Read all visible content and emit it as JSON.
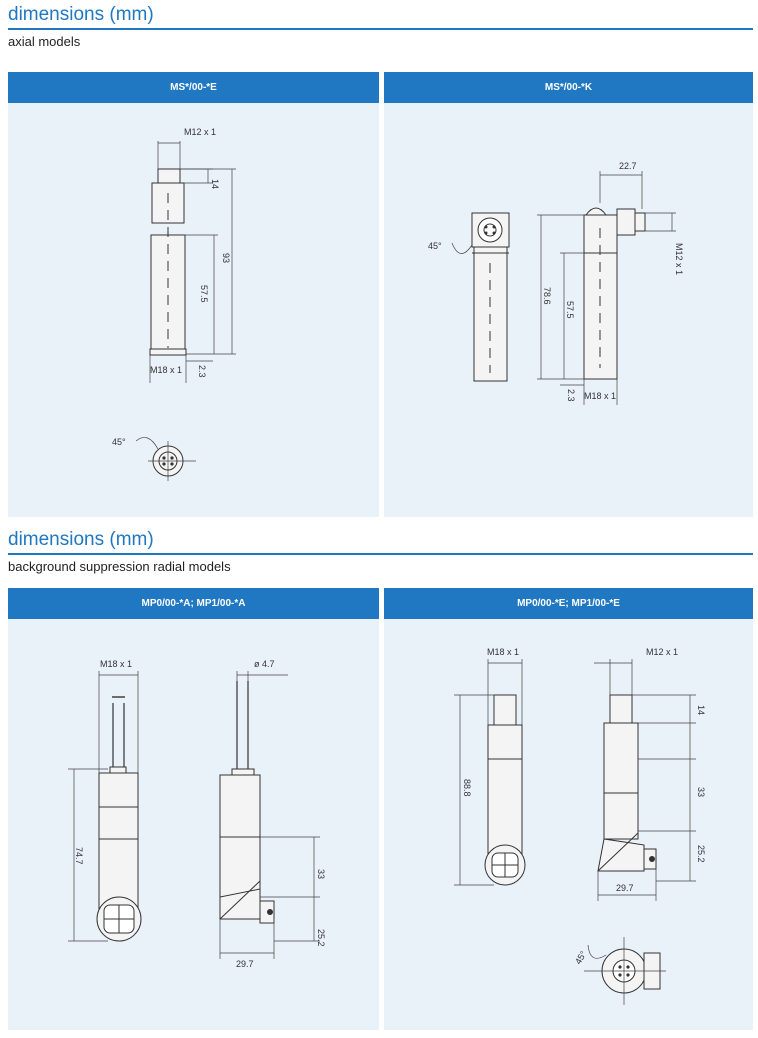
{
  "sections": [
    {
      "title": "dimensions (mm)",
      "subtitle": "axial models",
      "panels": [
        {
          "header": "MS*/00-*E",
          "labels": {
            "thread_top": "M12 x 1",
            "d14": "14",
            "d93": "93",
            "d575": "57.5",
            "thread_bottom": "M18 x 1",
            "d23": "2.3",
            "angle": "45°"
          }
        },
        {
          "header": "MS*/00-*K",
          "labels": {
            "d227": "22.7",
            "angle": "45°",
            "thread_side": "M12 x 1",
            "d786": "78.6",
            "d575": "57.5",
            "d23": "2.3",
            "thread_bottom": "M18 x 1"
          }
        }
      ]
    },
    {
      "title": "dimensions (mm)",
      "subtitle": "background suppression radial models",
      "panels": [
        {
          "header": "MP0/00-*A; MP1/00-*A",
          "labels": {
            "thread": "M18 x 1",
            "dia": "ø 4.7",
            "d747": "74.7",
            "d33": "33",
            "d252": "25.2",
            "d297": "29.7"
          }
        },
        {
          "header": "MP0/00-*E; MP1/00-*E",
          "labels": {
            "thread": "M18 x 1",
            "thread_conn": "M12 x 1",
            "d14": "14",
            "d888": "88.8",
            "d33": "33",
            "d252": "25.2",
            "d297": "29.7",
            "angle": "45°"
          }
        }
      ]
    }
  ]
}
